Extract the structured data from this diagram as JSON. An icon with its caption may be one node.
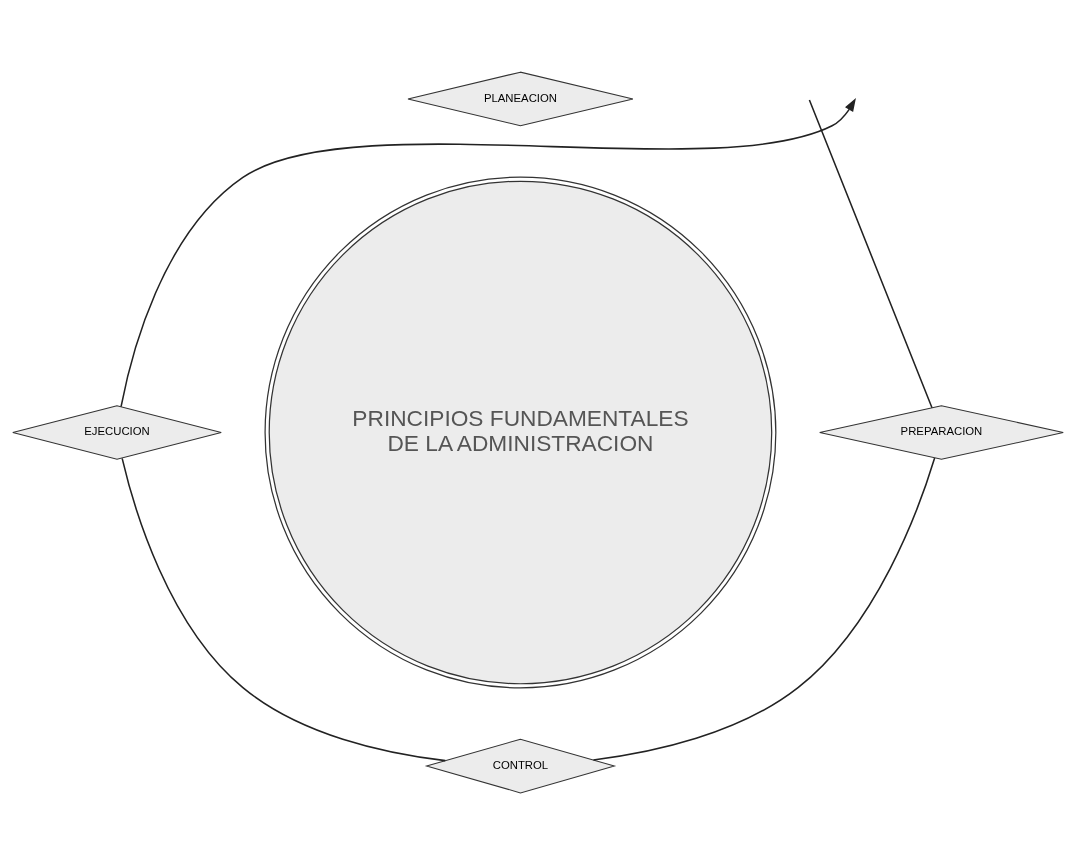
{
  "diagram": {
    "nodes": [
      {
        "text": [
          "PLANEACION"
        ]
      },
      {
        "text": [
          "EJECUCION"
        ]
      },
      {
        "text": [
          "PRINCIPIOS FUNDAMENTALES DE LA ADMINISTRACION"
        ]
      },
      {
        "text": [
          "PREPARACION"
        ]
      },
      {
        "text": [
          "CONTROL"
        ]
      }
    ],
    "edges": [
      {
        "from": 1,
        "to": null,
        "arrow": "to"
      },
      {
        "from": null,
        "to": 3,
        "arrow": "none"
      },
      {
        "from": 3,
        "to": 4,
        "arrow": "none"
      },
      {
        "from": 4,
        "to": 1,
        "arrow": "none"
      }
    ]
  }
}
